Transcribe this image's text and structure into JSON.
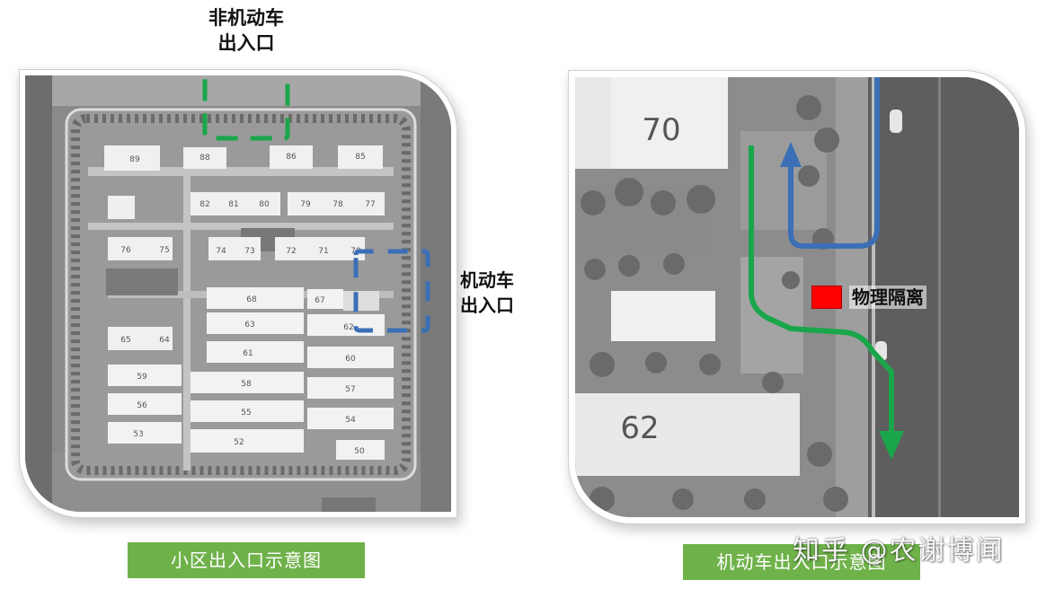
{
  "labels": {
    "non_motor_line1": "非机动车",
    "non_motor_line2": "出入口",
    "motor_line1": "机动车",
    "motor_line2": "出入口",
    "physical_barrier": "物理隔离"
  },
  "buildings_left": [
    "89",
    "88",
    "86",
    "85",
    "82",
    "81",
    "80",
    "79",
    "78",
    "77",
    "76",
    "75",
    "74",
    "73",
    "72",
    "71",
    "70",
    "68",
    "67",
    "63",
    "62",
    "65",
    "64",
    "61",
    "60",
    "59",
    "58",
    "57",
    "56",
    "55",
    "54",
    "53",
    "52",
    "50"
  ],
  "buildings_right": [
    "70",
    "62"
  ],
  "captions": {
    "left": "小区出入口示意图",
    "right": "机动车出入口示意图"
  },
  "watermark": "知乎 @农谢博闻",
  "colors": {
    "green_marker": "#1aa64a",
    "blue_marker": "#3b6fb6",
    "caption_bg": "#6fb24a",
    "barrier_red": "#ff0000"
  }
}
